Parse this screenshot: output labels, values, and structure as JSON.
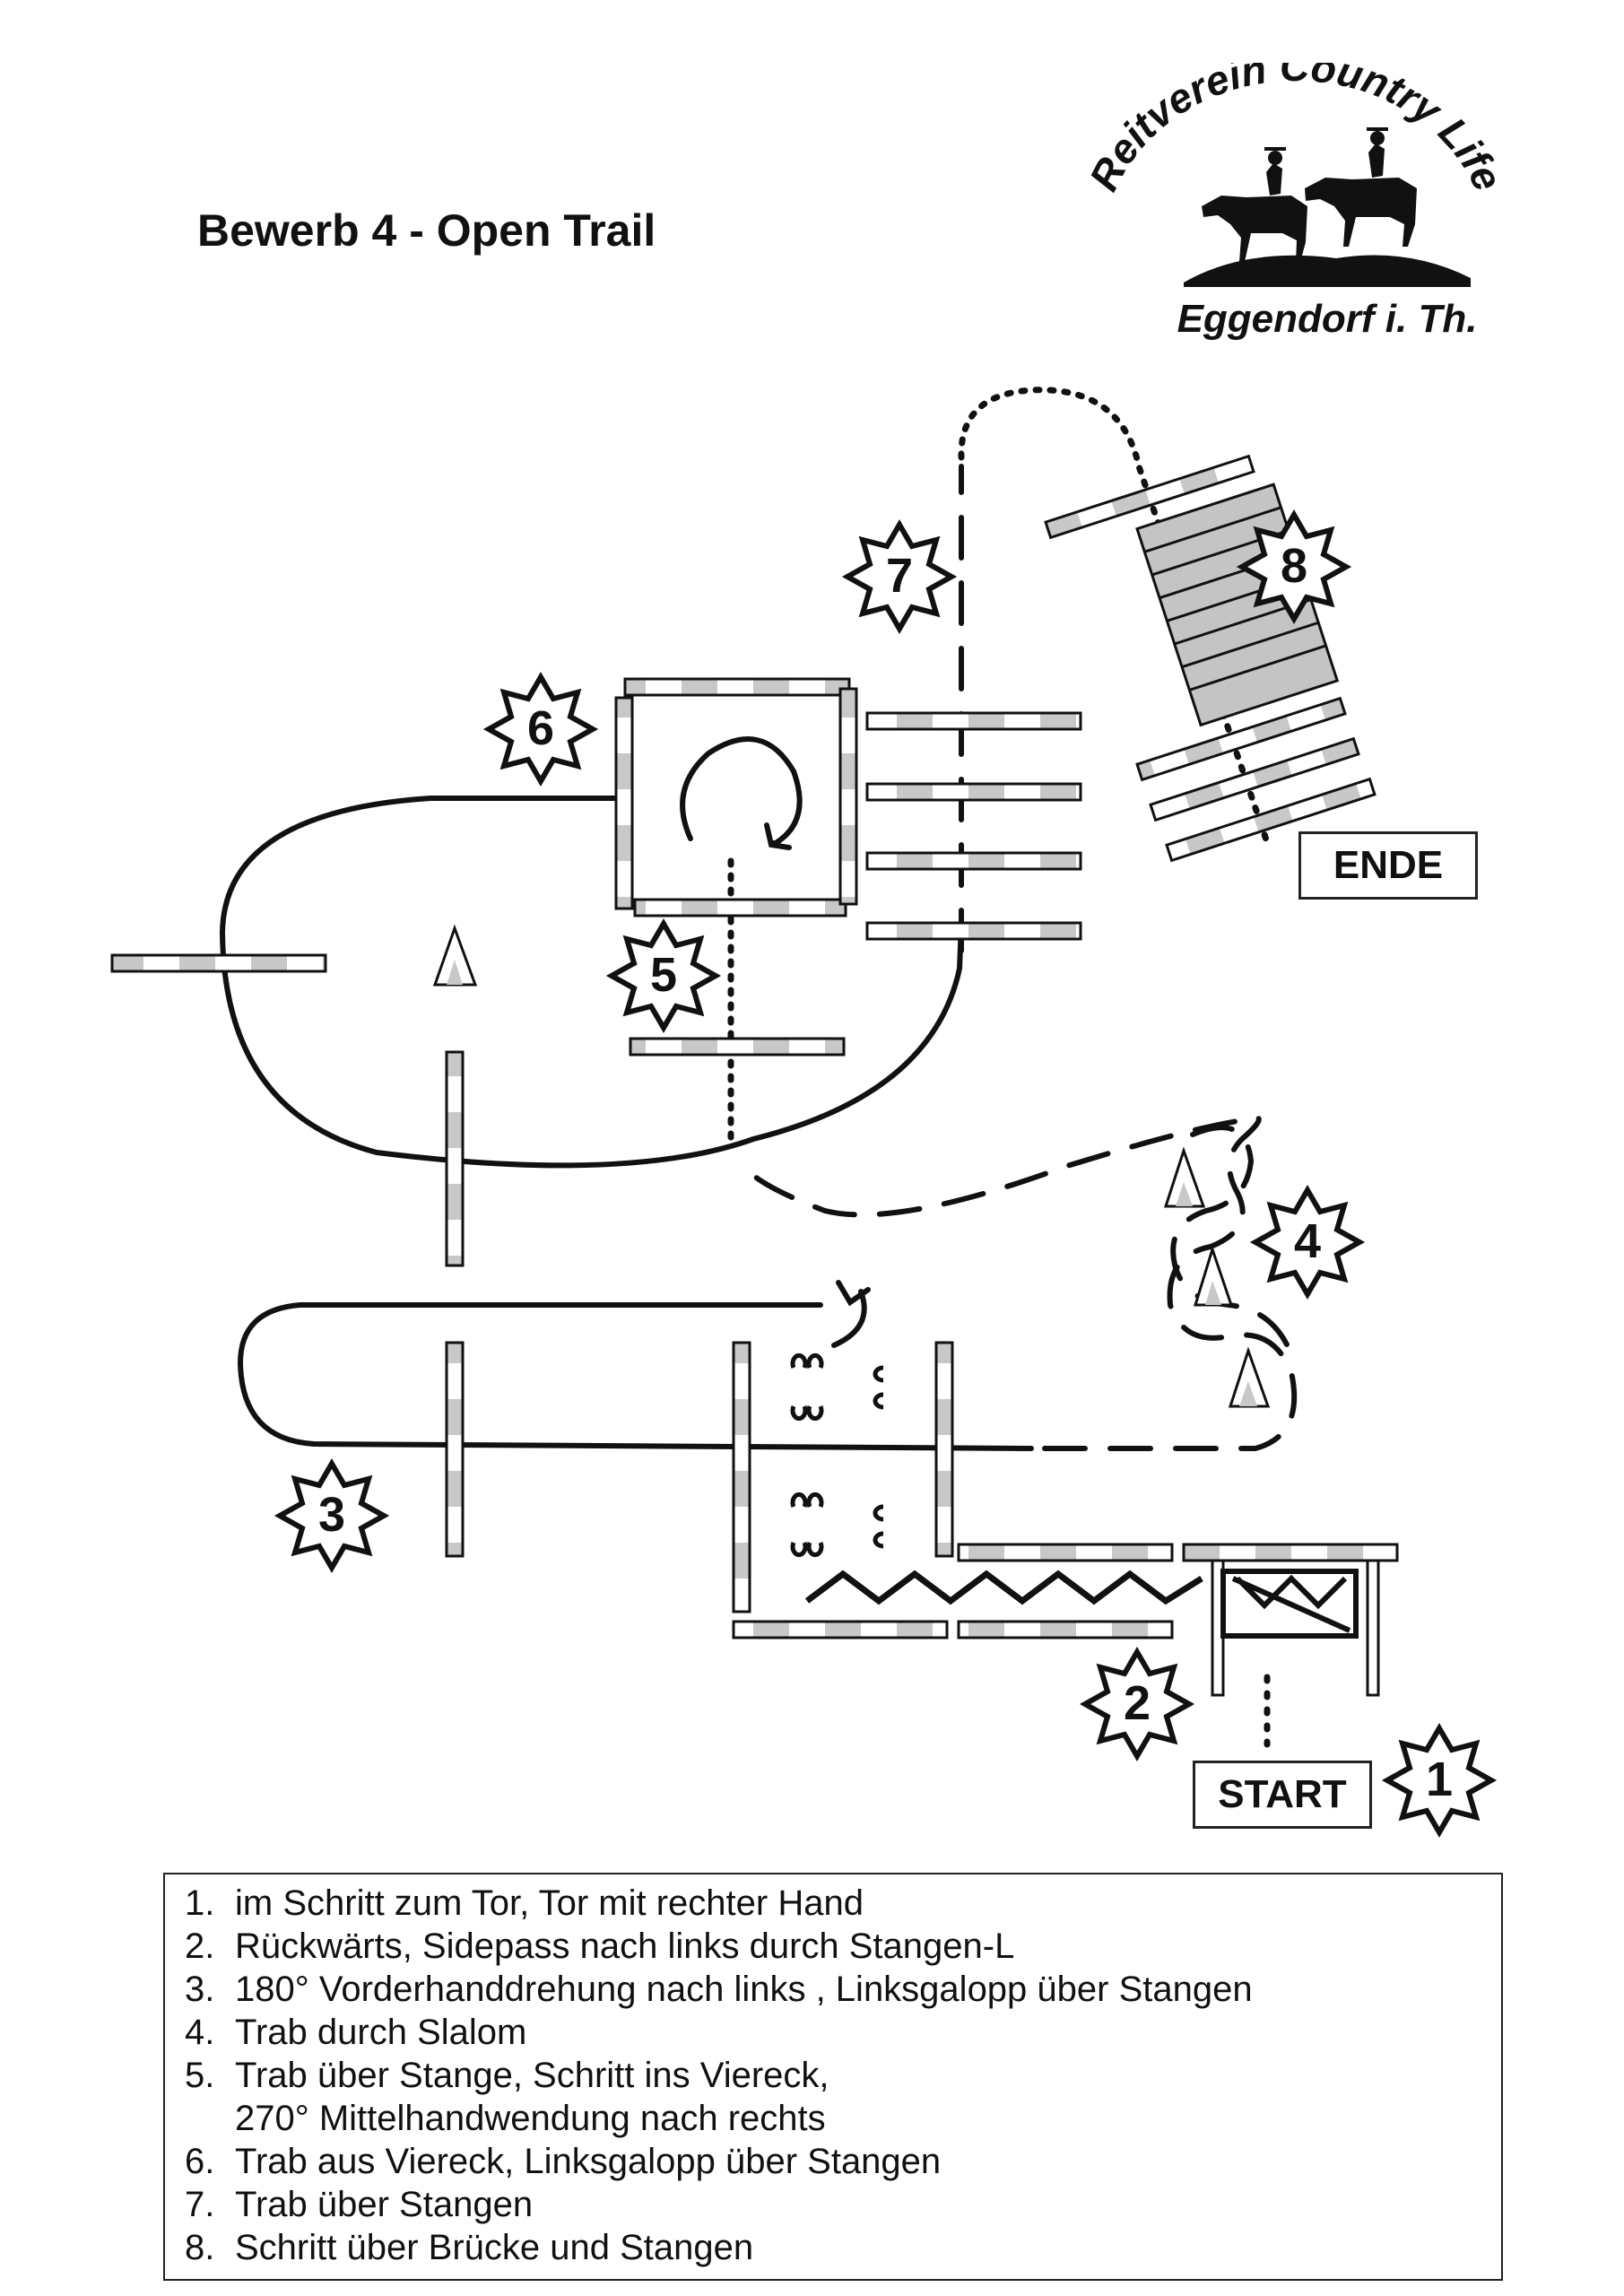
{
  "title": "Bewerb 4 - Open Trail",
  "logo": {
    "club_name": "Reitverein Country Life",
    "place": "Eggendorf i. Th."
  },
  "labels": {
    "start": "START",
    "end": "ENDE"
  },
  "stations": [
    "1",
    "2",
    "3",
    "4",
    "5",
    "6",
    "7",
    "8"
  ],
  "legend": [
    {
      "num": "1.",
      "text": "im Schritt zum Tor, Tor mit rechter Hand"
    },
    {
      "num": "2.",
      "text": "Rückwärts, Sidepass nach links durch Stangen-L"
    },
    {
      "num": "3.",
      "text": "180° Vorderhanddrehung nach links , Linksgalopp über Stangen"
    },
    {
      "num": "4.",
      "text": "Trab durch Slalom"
    },
    {
      "num": "5.",
      "text": "Trab über Stange, Schritt ins Viereck,"
    },
    {
      "num": "",
      "text": "270° Mittelhandwendung nach rechts"
    },
    {
      "num": "6.",
      "text": "Trab aus Viereck, Linksgalopp über Stangen"
    },
    {
      "num": "7.",
      "text": "Trab über Stangen"
    },
    {
      "num": "8.",
      "text": "Schritt über Brücke und Stangen"
    }
  ]
}
